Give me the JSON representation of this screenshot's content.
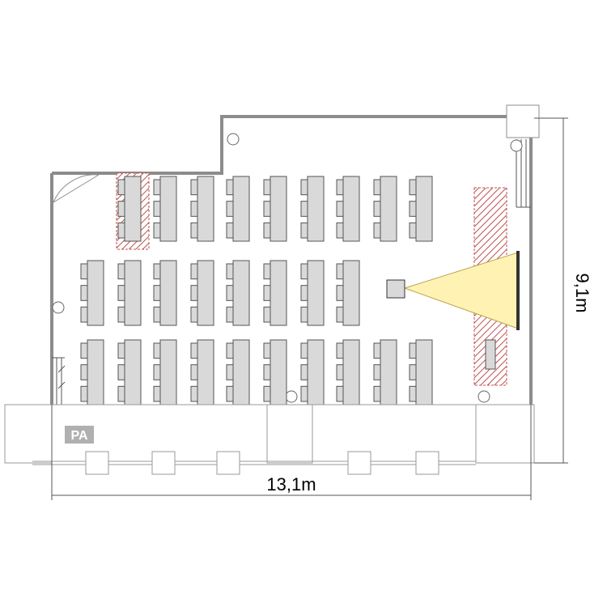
{
  "dimensions": {
    "width_label": "13,1m",
    "height_label": "9,1m"
  },
  "pa_label": "PA",
  "colors": {
    "wall": "#8c8c8c",
    "table_fill": "#d9d9d9",
    "table_stroke": "#555555",
    "hatch": "#c0504d",
    "projection_fill": "#fff2b3",
    "pa_badge": "#b0b0b0"
  },
  "layout": {
    "front_rows": {
      "tables": 9,
      "seats_per_table": 3
    },
    "middle_rows": {
      "tables": 8,
      "seats_per_table": 3
    },
    "back_rows": {
      "tables": 10,
      "seats_per_table": 3
    }
  }
}
